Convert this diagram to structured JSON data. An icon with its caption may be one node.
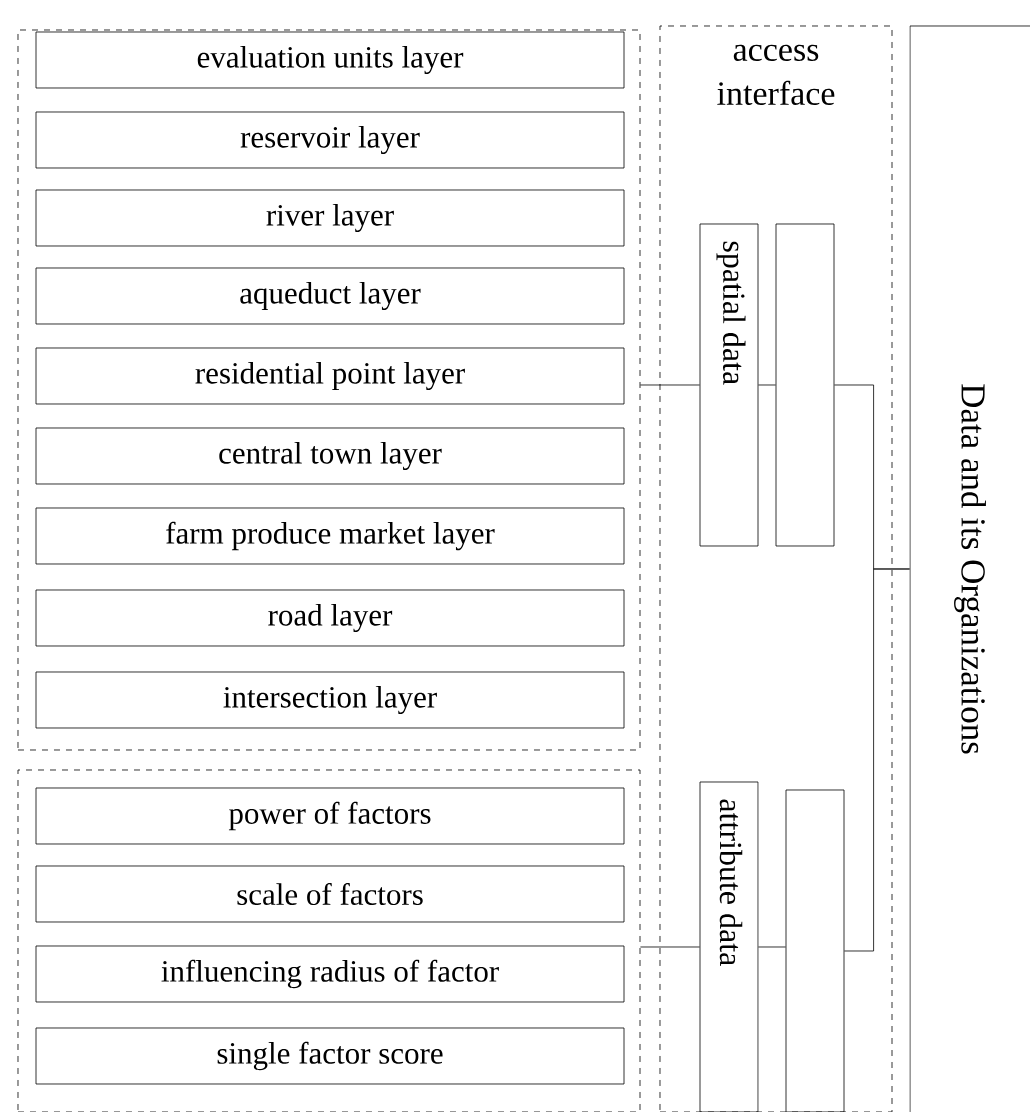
{
  "diagram": {
    "nodes": [
      {
        "text": [],
        "shape": "box"
      },
      {
        "text": [
          "evaluation units layer"
        ],
        "in": 0
      },
      {
        "text": [
          "reservoir  layer"
        ],
        "in": 0
      },
      {
        "text": [
          "river  layer"
        ],
        "in": 0
      },
      {
        "text": [
          "aqueduct  layer"
        ],
        "in": 0
      },
      {
        "text": [
          "residential point layer"
        ],
        "in": 0
      },
      {
        "text": [
          "central town layer"
        ],
        "in": 0
      },
      {
        "text": [
          "farm produce market layer"
        ],
        "in": 0
      },
      {
        "text": [
          "road layer"
        ],
        "in": 0
      },
      {
        "text": [
          "intersection layer"
        ],
        "in": 0
      },
      {
        "text": [],
        "shape": "box"
      },
      {
        "text": [
          "power of factors"
        ],
        "in": 10
      },
      {
        "text": [
          "scale of factors"
        ],
        "in": 10
      },
      {
        "text": [
          "influencing radius of factor"
        ],
        "in": 10
      },
      {
        "text": [
          "single factor score"
        ],
        "in": 10
      },
      {
        "text": [
          "access interface"
        ]
      },
      {
        "text": [
          "spatial data"
        ],
        "in": 15
      },
      {
        "text": [],
        "shape": "box",
        "in": 15
      },
      {
        "text": [
          "attribute data"
        ],
        "in": 15
      },
      {
        "text": [],
        "shape": "box",
        "in": 15
      },
      {
        "text": [
          "Data and its Organizations"
        ]
      }
    ],
    "edges": [
      {
        "from": 0,
        "to": 16,
        "arrow": "none"
      },
      {
        "from": 16,
        "to": 17,
        "arrow": "none"
      },
      {
        "from": 17,
        "to": 20,
        "arrow": "none"
      },
      {
        "from": 10,
        "to": 18,
        "arrow": "none"
      },
      {
        "from": 18,
        "to": 19,
        "arrow": "none"
      },
      {
        "from": 19,
        "to": 20,
        "arrow": "none"
      }
    ]
  }
}
